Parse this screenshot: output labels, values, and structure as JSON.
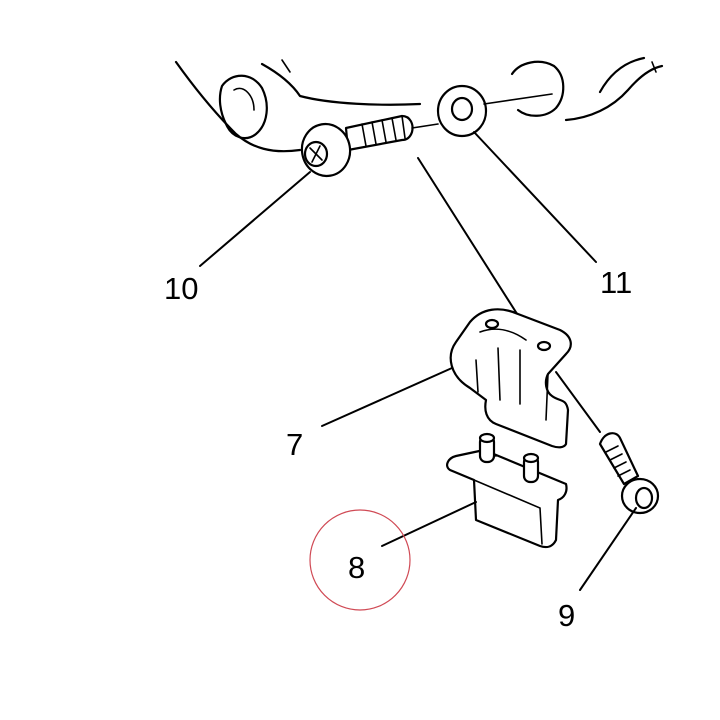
{
  "callouts": {
    "p7": "7",
    "p8": "8",
    "p9": "9",
    "p10": "10",
    "p11": "11"
  },
  "highlight": {
    "target": "8",
    "color": "#d04a55"
  }
}
